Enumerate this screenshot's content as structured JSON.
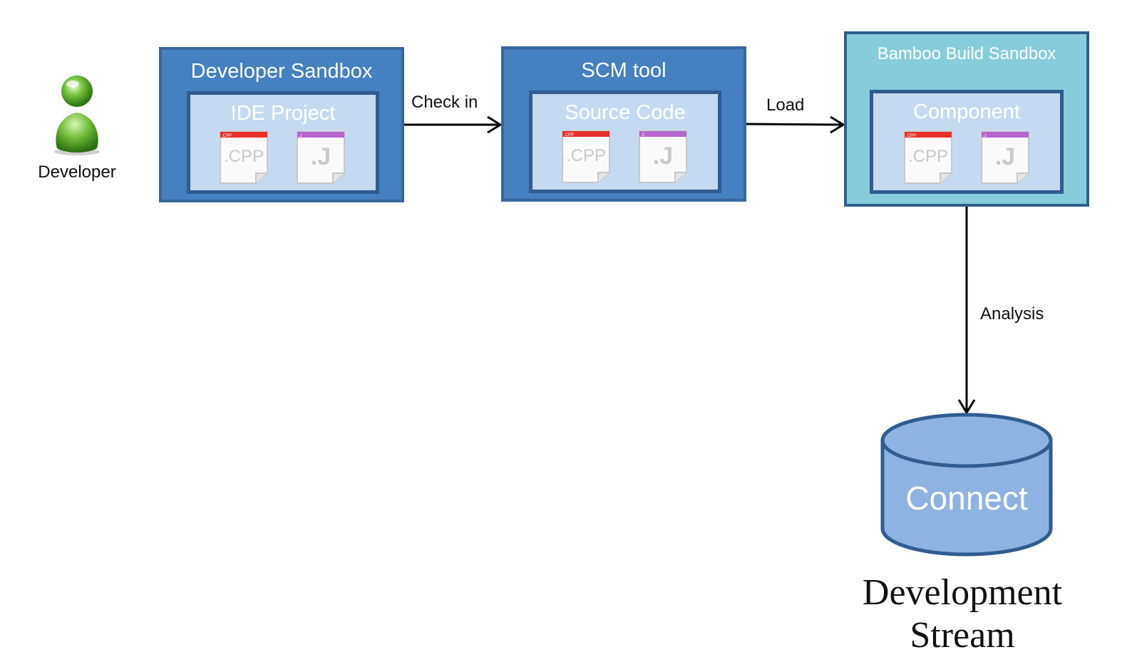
{
  "developer": {
    "label": "Developer",
    "icon": "user-icon"
  },
  "boxes": [
    {
      "title": "Developer Sandbox",
      "inner_title": "IDE Project",
      "files": [
        ".CPP",
        ".J"
      ]
    },
    {
      "title": "SCM tool",
      "inner_title": "Source Code",
      "files": [
        ".CPP",
        ".J"
      ]
    },
    {
      "title": "Bamboo Build Sandbox",
      "inner_title": "Component",
      "files": [
        ".CPP",
        ".J"
      ]
    }
  ],
  "file_tags": {
    "cpp": ".CPP",
    "j": ".J"
  },
  "edges": [
    {
      "from": "Developer Sandbox",
      "to": "SCM tool",
      "label": "Check in"
    },
    {
      "from": "SCM tool",
      "to": "Bamboo Build Sandbox",
      "label": "Load"
    },
    {
      "from": "Bamboo Build Sandbox",
      "to": "Connect",
      "label": "Analysis"
    }
  ],
  "database": {
    "label": "Connect",
    "caption_line1": "Development",
    "caption_line2": "Stream"
  },
  "colors": {
    "box_blue": "#4580C0",
    "box_teal": "#87CCDD",
    "inner_fill": "#C5DAF0",
    "border": "#3A669C",
    "db_fill": "#8DB3E2",
    "cpp_tag": "#E8302A",
    "j_tag": "#B565CC"
  }
}
